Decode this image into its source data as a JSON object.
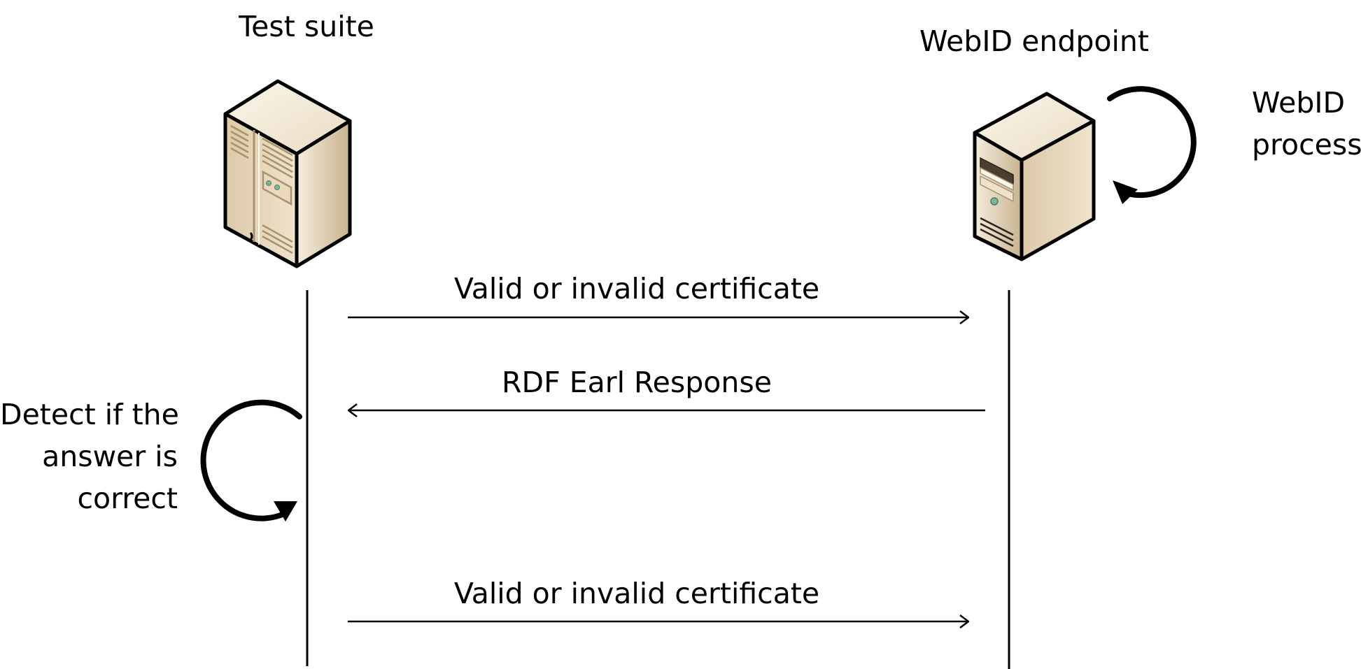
{
  "participants": {
    "test_suite": "Test suite",
    "webid_endpoint": "WebID endpoint"
  },
  "messages": [
    "Valid or invalid certificate",
    "RDF Earl Response",
    "Valid or invalid certificate"
  ],
  "self_loops": {
    "endpoint_line1": "WebID",
    "endpoint_line2": "process",
    "suite_line1": "Detect if the",
    "suite_line2": "answer is",
    "suite_line3": "correct"
  },
  "icons": {
    "test_suite": "server-tower-icon",
    "webid_endpoint": "server-icon"
  },
  "colors": {
    "server_light": "#f2e6d2",
    "server_mid": "#dcc9a8",
    "server_dark": "#b39f7d",
    "stroke": "#000000"
  }
}
